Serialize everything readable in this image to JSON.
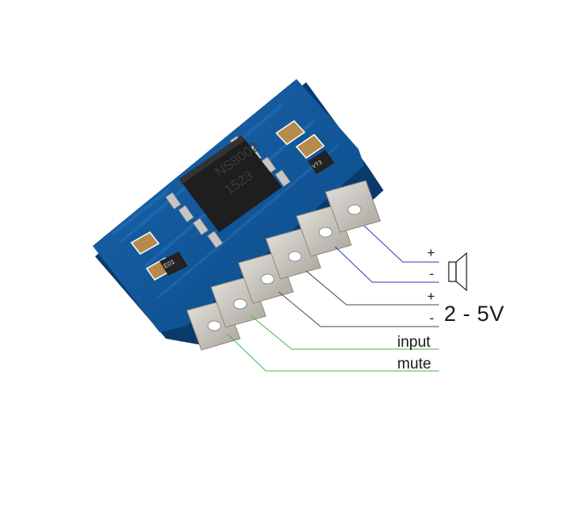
{
  "chip_marking": {
    "line1": "NS8002",
    "line2": "1523"
  },
  "part_markers": {
    "d1": "E01",
    "d2": "VT3"
  },
  "labels": {
    "speaker_plus": "+",
    "speaker_minus": "-",
    "power_plus": "+",
    "power_minus": "-",
    "voltage": "2 - 5V",
    "input": "input",
    "mute": "mute"
  },
  "colors": {
    "pcb": "#0f4f8f",
    "pcb_trace": "#1c66aa",
    "pad": "#c7c4bd",
    "chip": "#1f1f1f",
    "speaker_wire": "#2f3fae",
    "power_wire": "#4a4a4a",
    "signal_wire": "#45b845"
  },
  "icons": [
    "speaker-icon"
  ]
}
